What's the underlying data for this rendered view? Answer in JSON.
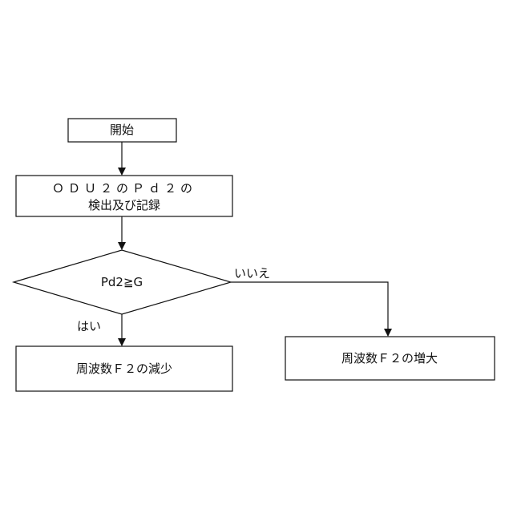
{
  "nodes": {
    "start": {
      "label": "開始"
    },
    "detect": {
      "line1": "ＯＤＵ２のＰｄ２の",
      "line2": "検出及び記録"
    },
    "decision": {
      "label": "Pd2≧G"
    },
    "decrease": {
      "label": "周波数Ｆ２の減少"
    },
    "increase": {
      "label": "周波数Ｆ２の増大"
    }
  },
  "edges": {
    "yes_label": "はい",
    "no_label": "いいえ"
  },
  "colors": {
    "stroke": "#111111",
    "background": "#ffffff"
  }
}
